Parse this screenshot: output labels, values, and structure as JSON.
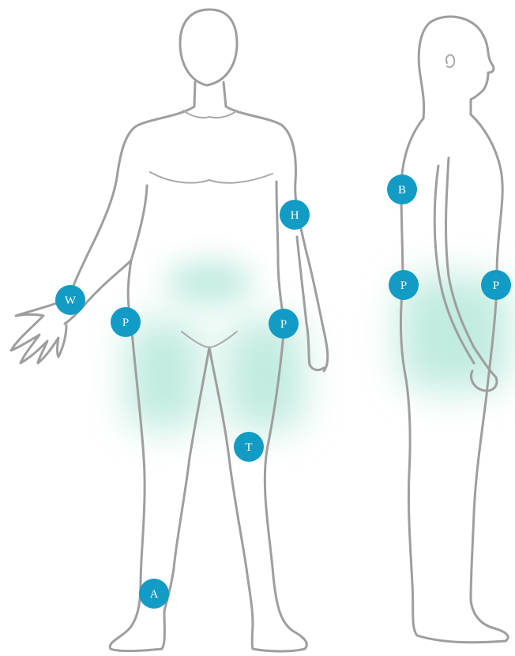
{
  "colors": {
    "marker": "#129bc4",
    "marker_text": "#ffffff",
    "body_outline": "#9e9e9e",
    "highlight": "#8fdcc6"
  },
  "markers": {
    "front_wrist": "W",
    "front_right_hip": "P",
    "front_left_hip": "P",
    "front_elbow": "H",
    "front_thigh": "T",
    "front_ankle": "A",
    "side_back": "B",
    "side_buttock": "P",
    "side_front_hip": "P"
  }
}
